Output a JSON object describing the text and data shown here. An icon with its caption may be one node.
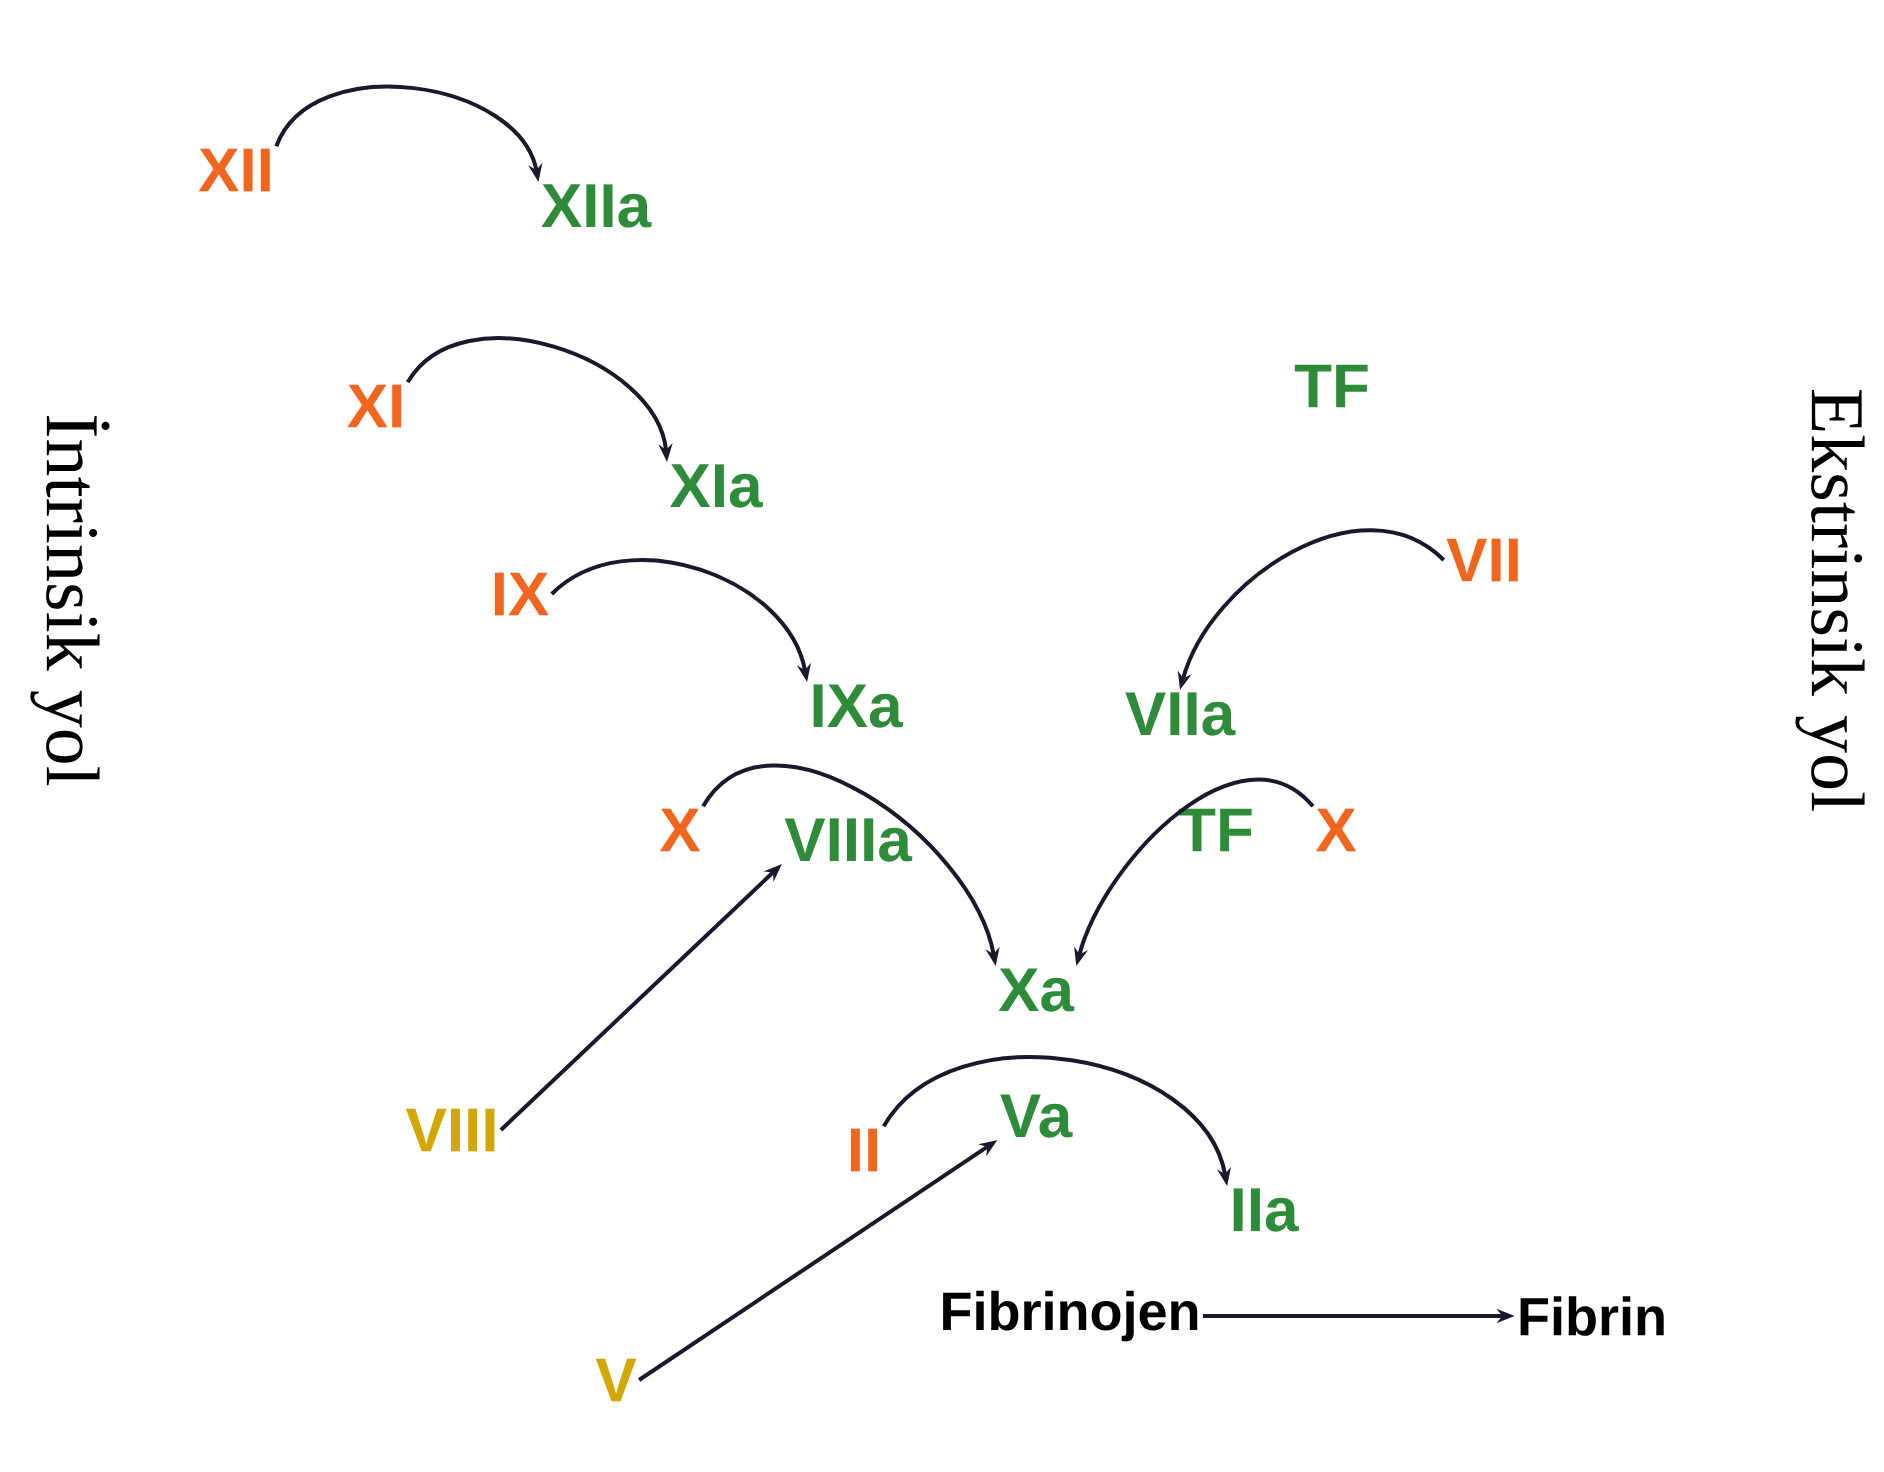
{
  "diagram": {
    "nodes": [
      {
        "text": [
          "XII"
        ]
      },
      {
        "text": [
          "XIIa"
        ]
      },
      {
        "text": [
          "XI"
        ]
      },
      {
        "text": [
          "XIa"
        ]
      },
      {
        "text": [
          "IX"
        ]
      },
      {
        "text": [
          "IXa"
        ]
      },
      {
        "text": [
          "TF"
        ]
      },
      {
        "text": [
          "VII"
        ]
      },
      {
        "text": [
          "VIIa"
        ]
      },
      {
        "text": [
          "X"
        ]
      },
      {
        "text": [
          "VIIIa"
        ]
      },
      {
        "text": [
          "TF"
        ]
      },
      {
        "text": [
          "X"
        ]
      },
      {
        "text": [
          "VIII"
        ]
      },
      {
        "text": [
          "Xa"
        ]
      },
      {
        "text": [
          "II"
        ]
      },
      {
        "text": [
          "Va"
        ]
      },
      {
        "text": [
          "IIa"
        ]
      },
      {
        "text": [
          "V"
        ]
      },
      {
        "text": [
          "Fibrinojen"
        ]
      },
      {
        "text": [
          "Fibrin"
        ]
      }
    ],
    "edges": [
      {
        "from": 0,
        "to": 1,
        "arrow": "to"
      },
      {
        "from": 2,
        "to": 3,
        "arrow": "to"
      },
      {
        "from": 4,
        "to": 5,
        "arrow": "to"
      },
      {
        "from": 7,
        "to": 8,
        "arrow": "to"
      },
      {
        "from": 9,
        "to": 14,
        "arrow": "to"
      },
      {
        "from": 12,
        "to": 14,
        "arrow": "to"
      },
      {
        "from": 13,
        "to": 10,
        "arrow": "to"
      },
      {
        "from": 15,
        "to": 17,
        "arrow": "to"
      },
      {
        "from": 18,
        "to": 16,
        "arrow": "to"
      },
      {
        "from": 19,
        "to": 20,
        "arrow": "to"
      }
    ],
    "labels": [
      "İntrinsik yol",
      "Ekstrinsik yol"
    ]
  }
}
